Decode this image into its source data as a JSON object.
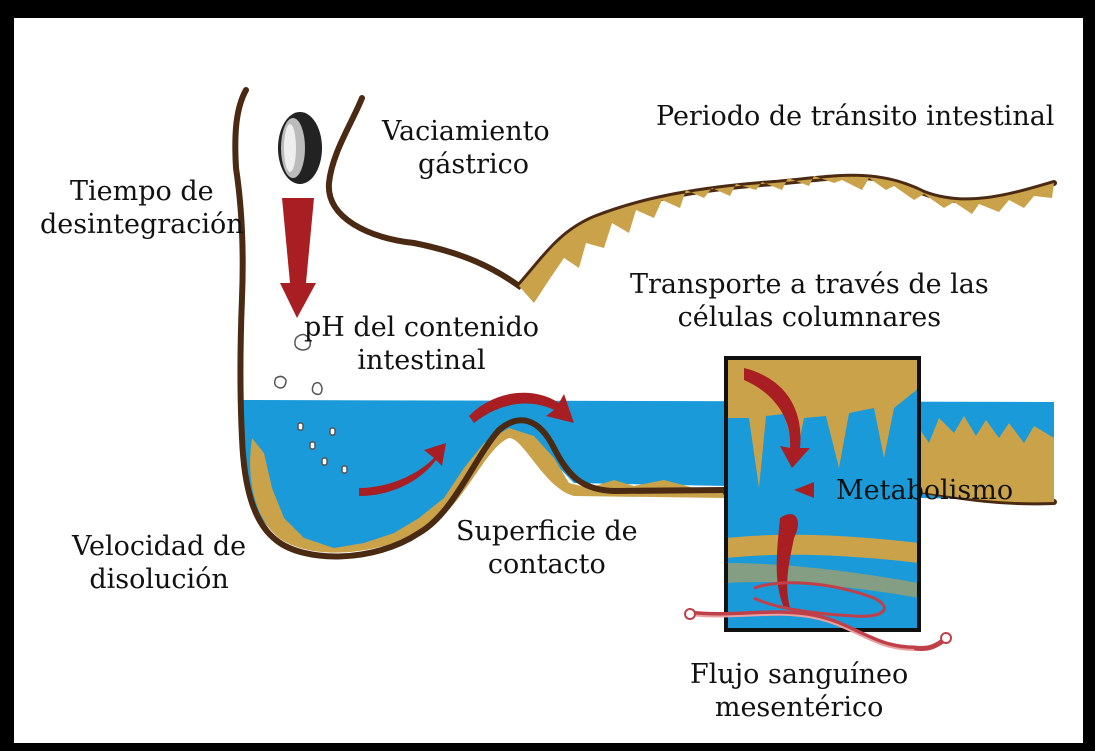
{
  "labels": {
    "vaciamiento": [
      "Vaciamiento",
      "gástrico"
    ],
    "transito": [
      "Periodo de tránsito intestinal"
    ],
    "tiempo": [
      "Tiempo de",
      "desintegración"
    ],
    "ph": [
      "pH del contenido",
      "intestinal"
    ],
    "transporte": [
      "Transporte a través de las",
      "células columnares"
    ],
    "metabolismo": [
      "Metabolismo"
    ],
    "velocidad": [
      "Velocidad de",
      "disolución"
    ],
    "superficie": [
      "Superficie de",
      "contacto"
    ],
    "flujo": [
      "Flujo sanguíneo",
      "mesentérico"
    ]
  },
  "colors": {
    "wall": "#4a2a12",
    "villi": "#c9a24a",
    "fluid": "#1a9ad8",
    "arrow": "#a81e22",
    "vessel": "#c0404a"
  }
}
